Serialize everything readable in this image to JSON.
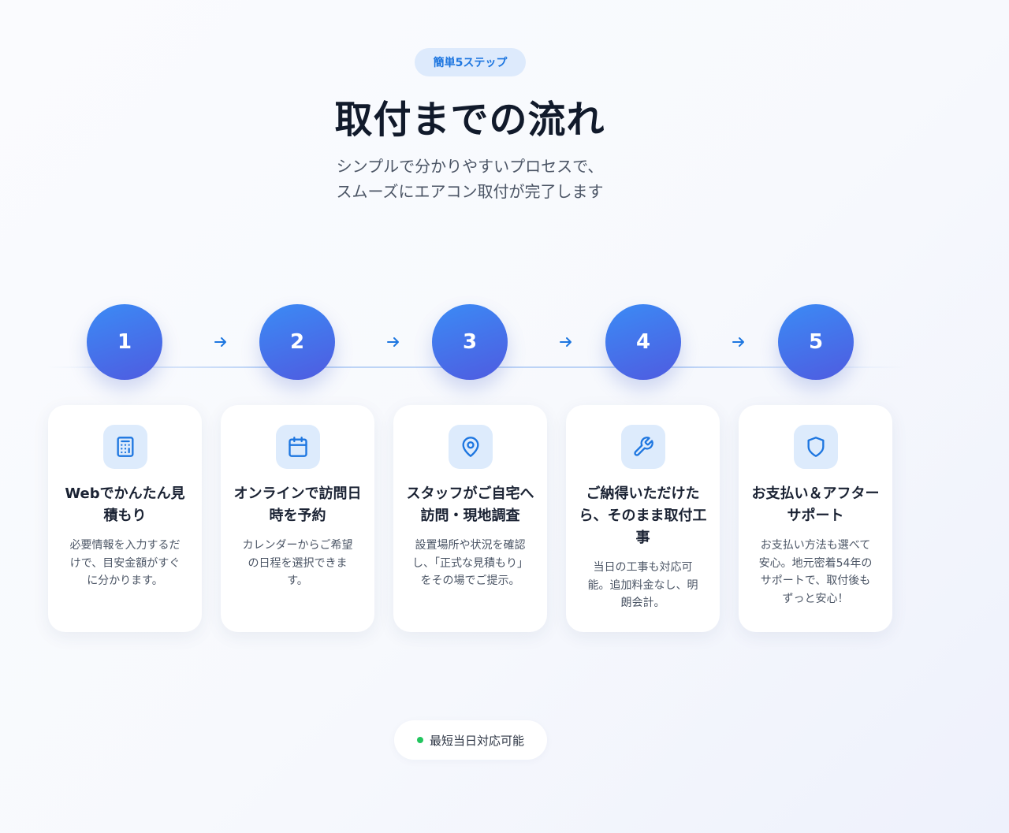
{
  "header": {
    "badge": "簡単5ステップ",
    "title": "取付までの流れ",
    "subtitle_line1": "シンプルで分かりやすいプロセスで、",
    "subtitle_line2": "スムーズにエアコン取付が完了します"
  },
  "steps": [
    {
      "number": "1",
      "icon": "calculator-icon",
      "title": "Webでかんたん見積もり",
      "description": "必要情報を入力するだけで、目安金額がすぐに分かります。"
    },
    {
      "number": "2",
      "icon": "calendar-icon",
      "title": "オンラインで訪問日時を予約",
      "description": "カレンダーからご希望の日程を選択できます。"
    },
    {
      "number": "3",
      "icon": "map-pin-icon",
      "title": "スタッフがご自宅へ訪問・現地調査",
      "description": "設置場所や状況を確認し、「正式な見積もり」をその場でご提示。"
    },
    {
      "number": "4",
      "icon": "wrench-icon",
      "title": "ご納得いただけたら、そのまま取付工事",
      "description": "当日の工事も対応可能。追加料金なし、明朗会計。"
    },
    {
      "number": "5",
      "icon": "shield-icon",
      "title": "お支払い＆アフターサポート",
      "description": "お支払い方法も選べて安心。地元密着54年のサポートで、取付後もずっと安心！"
    }
  ],
  "footer": {
    "label": "最短当日対応可能"
  },
  "colors": {
    "accent": "#1d76e0",
    "circle_start": "#3b8bf5",
    "circle_end": "#4f5be0",
    "status_dot": "#22c55e"
  }
}
